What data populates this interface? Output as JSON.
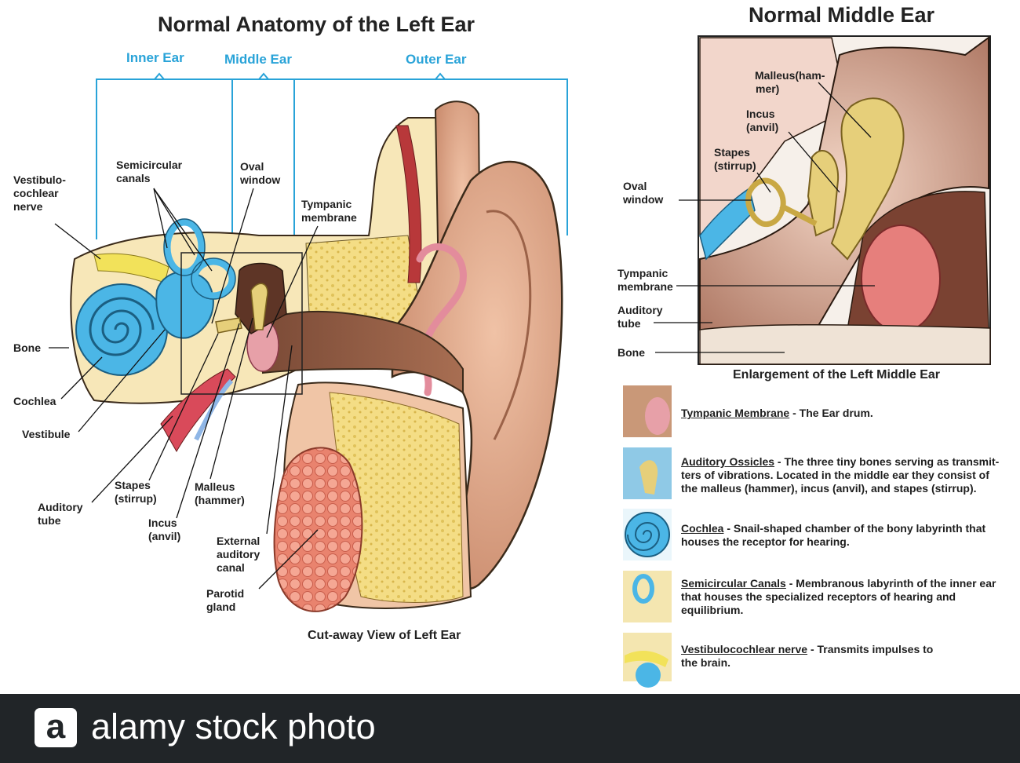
{
  "colors": {
    "accent": "#29a3d8",
    "cochlea_blue": "#4bb6e6",
    "bone_yellow": "#f2dc8a",
    "skin": "#e0a98c",
    "canal_brown": "#8a5a44",
    "gland": "#ef8f7a",
    "footer_bg": "#212528"
  },
  "main": {
    "title": "Normal Anatomy of the Left Ear",
    "sections": {
      "inner": "Inner Ear",
      "middle": "Middle Ear",
      "outer": "Outer Ear"
    },
    "labels": {
      "vestibulo_1": "Vestibulo-",
      "vestibulo_2": "cochlear",
      "vestibulo_3": "nerve",
      "semicircular_1": "Semicircular",
      "semicircular_2": "canals",
      "oval_1": "Oval",
      "oval_2": "window",
      "tympanic_1": "Tympanic",
      "tympanic_2": "membrane",
      "bone": "Bone",
      "cochlea": "Cochlea",
      "vestibule": "Vestibule",
      "auditory_1": "Auditory",
      "auditory_2": "tube",
      "stapes_1": "Stapes",
      "stapes_2": "(stirrup)",
      "malleus_1": "Malleus",
      "malleus_2": "(hammer)",
      "incus_1": "Incus",
      "incus_2": "(anvil)",
      "external_1": "External",
      "external_2": "auditory",
      "external_3": "canal",
      "parotid_1": "Parotid",
      "parotid_2": "gland"
    },
    "caption": "Cut-away View of Left Ear"
  },
  "inset": {
    "title": "Normal Middle Ear",
    "labels": {
      "malleus_1": "Malleus(ham-",
      "malleus_2": "mer)",
      "incus_1": "Incus",
      "incus_2": "(anvil)",
      "stapes_1": "Stapes",
      "stapes_2": "(stirrup)",
      "oval_1": "Oval",
      "oval_2": "window",
      "tympanic_1": "Tympanic",
      "tympanic_2": "membrane",
      "auditory_1": "Auditory",
      "auditory_2": "tube",
      "bone": "Bone"
    },
    "caption": "Enlargement of the Left Middle Ear"
  },
  "legend": [
    {
      "term": "Tympanic Membrane",
      "desc_1": " - The Ear drum.",
      "desc_2": "",
      "desc_3": ""
    },
    {
      "term": "Auditory Ossicles",
      "desc_1": " - The three tiny bones serving as transmit-",
      "desc_2": "ters of vibrations. Located in the middle ear they consist of",
      "desc_3": "the malleus (hammer), incus (anvil), and stapes (stirrup)."
    },
    {
      "term": "Cochlea",
      "desc_1": " - Snail-shaped chamber of the bony labyrinth that",
      "desc_2": "houses the receptor for hearing.",
      "desc_3": ""
    },
    {
      "term": "Semicircular Canals",
      "desc_1": " - Membranous labyrinth of the inner ear",
      "desc_2": "that houses the specialized receptors of hearing and",
      "desc_3": "equilibrium."
    },
    {
      "term": "Vestibulocochlear nerve",
      "desc_1": " - Transmits impulses to",
      "desc_2": "the brain.",
      "desc_3": ""
    }
  ],
  "watermark": {
    "logo_letter": "a",
    "text": "alamy stock photo"
  }
}
